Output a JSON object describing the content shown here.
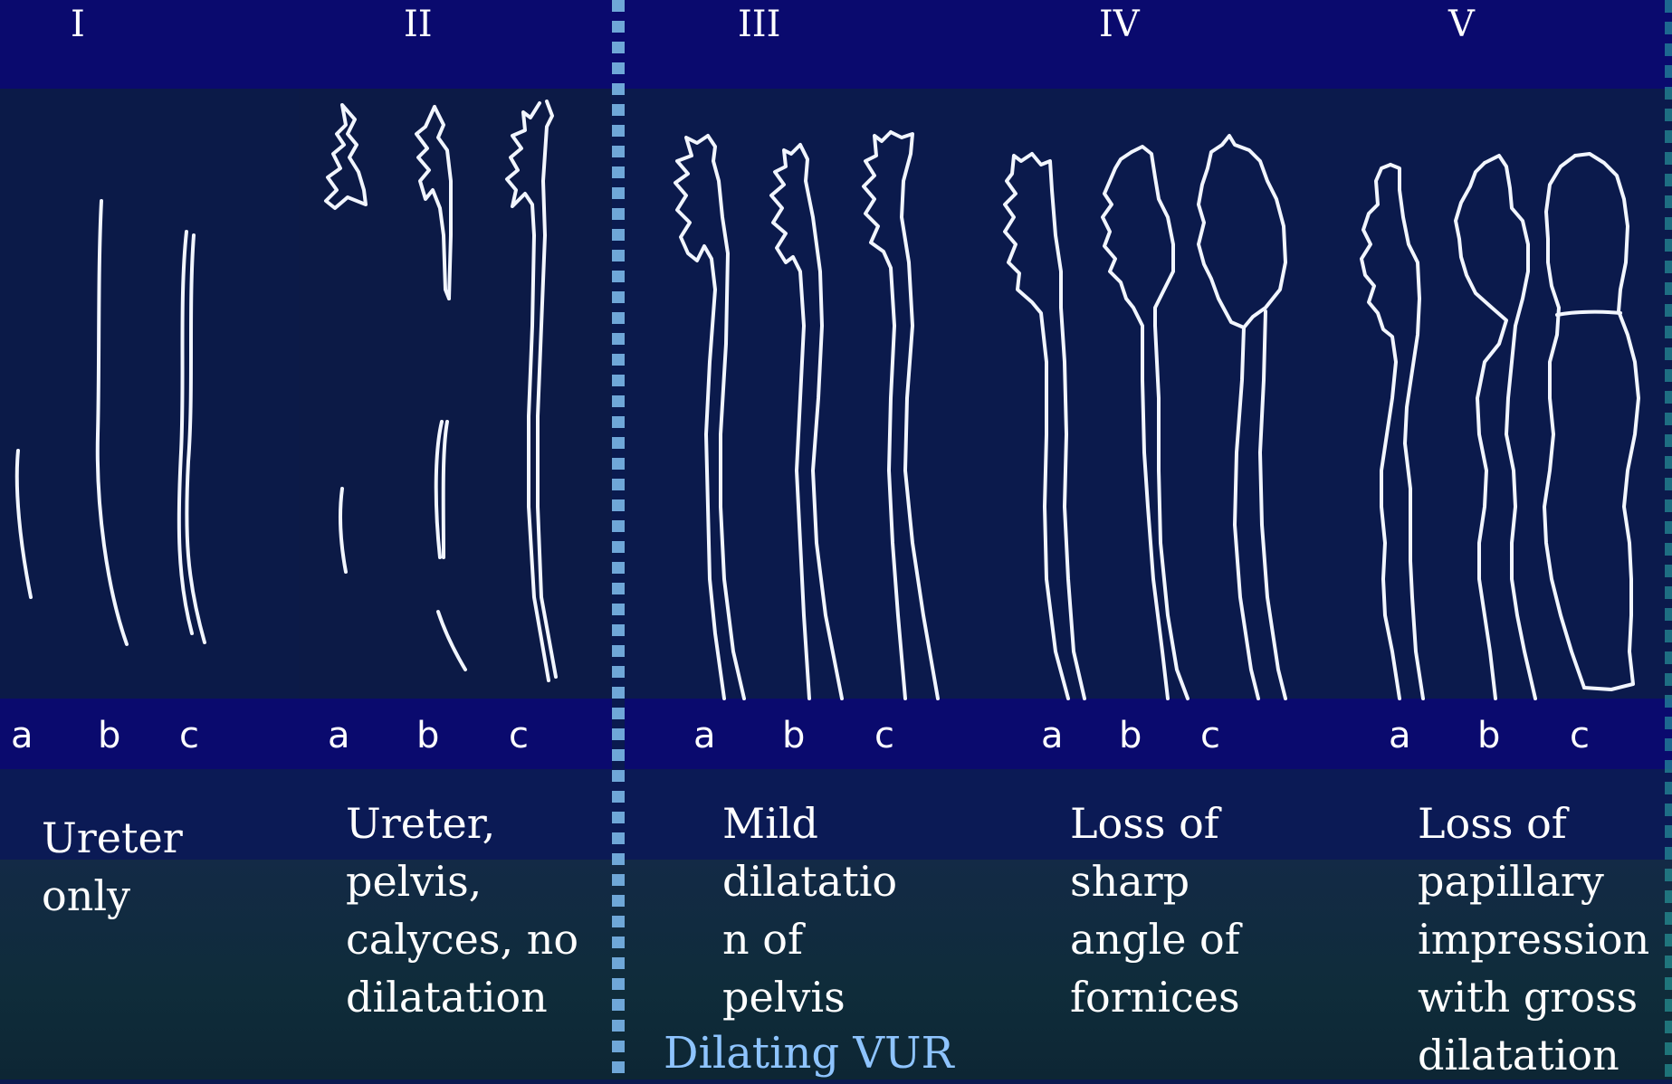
{
  "grades": {
    "g1": "I",
    "g2": "II",
    "g3": "III",
    "g4": "IV",
    "g5": "V"
  },
  "letters": [
    "a",
    "b",
    "c"
  ],
  "descriptions": {
    "g1": "Ureter\nonly",
    "g2": "Ureter,\npelvis,\ncalyces, no\ndilatation",
    "g3": "Mild\ndilatatio\nn of\npelvis",
    "g4": "Loss of\nsharp\nangle of\nfornices",
    "g5": "Loss of\npapillary\nimpression\nwith gross\ndilatation"
  },
  "group_label": "Dilating VUR",
  "colors": {
    "header_band": "#0a0a6e",
    "panel_bg": "#0b1a48",
    "outline": "#f2f6ff",
    "divider": "#6fa7d8",
    "group_label": "#8ec4ff"
  }
}
